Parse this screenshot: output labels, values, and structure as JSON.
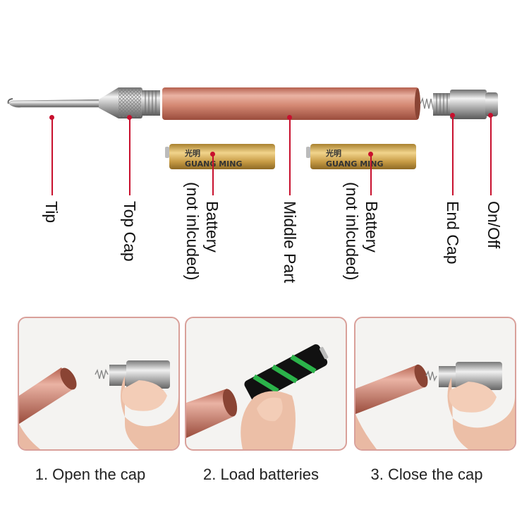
{
  "parts": {
    "tip": "Tip",
    "top_cap": "Top Cap",
    "battery_1_line1": "Battery",
    "battery_1_line2": "(not inlcuded)",
    "middle_part": "Middle Part",
    "battery_2_line1": "Battery",
    "battery_2_line2": "(not inlcuded)",
    "end_cap": "End Cap",
    "on_off": "On/Off"
  },
  "battery_brand": {
    "cn": "光明",
    "en": "GUANG MING"
  },
  "steps": [
    {
      "label": "1. Open the cap"
    },
    {
      "label": "2. Load batteries"
    },
    {
      "label": "3. Close the cap"
    }
  ],
  "colors": {
    "accent": "#c8102e",
    "tube": "#d98b78",
    "panel_border": "#d9a09a",
    "battery_gold": "#c9a14a"
  }
}
